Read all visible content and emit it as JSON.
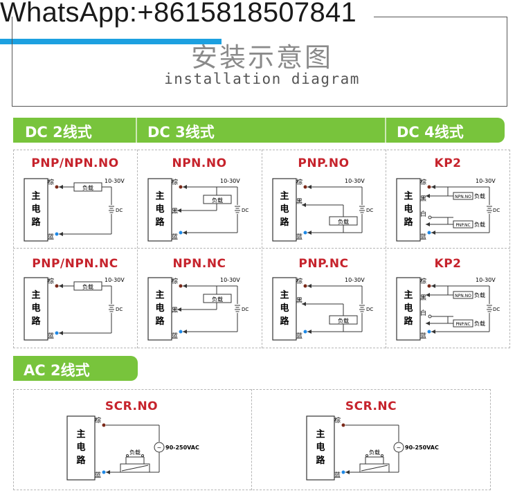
{
  "watermark": {
    "text": "WhatsApp:+8615818507841",
    "bar_color": "#1ca0e0"
  },
  "header": {
    "title_zh": "安装示意图",
    "title_en": "installation diagram"
  },
  "sections": {
    "dc2": "DC 2线式",
    "dc3": "DC 3线式",
    "dc4": "DC 4线式",
    "ac2": "AC 2线式"
  },
  "colors": {
    "band_green": "#78c43c",
    "title_red": "#c6232c",
    "wire_dark": "#333333",
    "pin_brown": "#7a2a1a",
    "pin_blue": "#1e88e5"
  },
  "labels": {
    "main_circuit": [
      "主",
      "电",
      "路"
    ],
    "brown": "棕",
    "black": "黑",
    "blue": "蓝",
    "white": "白",
    "load": "负载",
    "voltage_dc": "10-30V",
    "dc": "DC",
    "voltage_ac": "90-250VAC",
    "npn_no": "NPN.NO",
    "pnp_nc": "PNP.NC"
  },
  "panels": {
    "dc2_no": "PNP/NPN.NO",
    "dc2_nc": "PNP/NPN.NC",
    "npn_no": "NPN.NO",
    "npn_nc": "NPN.NC",
    "pnp_no": "PNP.NO",
    "pnp_nc": "PNP.NC",
    "kp2_a": "KP2",
    "kp2_b": "KP2",
    "scr_no": "SCR.NO",
    "scr_nc": "SCR.NC"
  }
}
